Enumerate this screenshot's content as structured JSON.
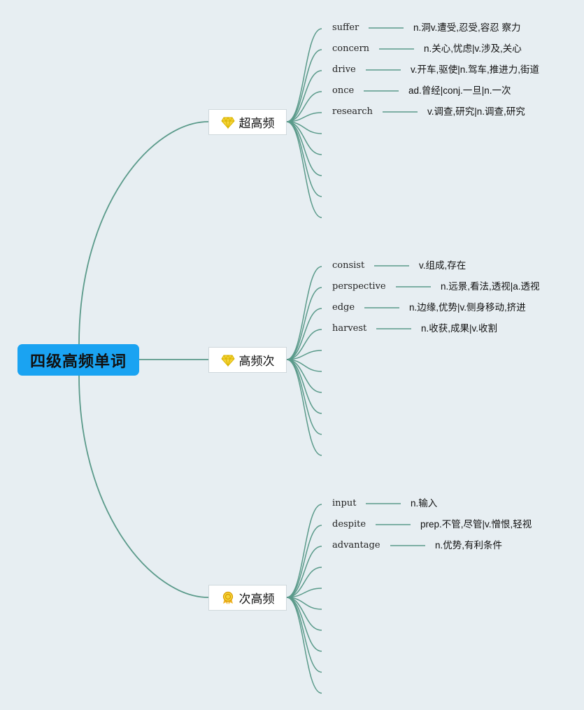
{
  "colors": {
    "background": "#e7eef2",
    "root_fill": "#1aa3f2",
    "connector": "#5a9a8a",
    "diamond_icon": "#f5d43a",
    "medal_icon": "#f0b429"
  },
  "root": {
    "title": "四级高频单词"
  },
  "branches": [
    {
      "label": "超高频",
      "icon": "diamond-icon",
      "words": [
        {
          "word": "suffer",
          "meaning": "n.洞v.遭受,忍受,容忍 察力"
        },
        {
          "word": "concern",
          "meaning": "n.关心,忧虑|v.涉及,关心"
        },
        {
          "word": "drive",
          "meaning": "v.开车,驱使|n.驾车,推进力,街道"
        },
        {
          "word": "once",
          "meaning": "ad.曾经|conj.一旦|n.一次"
        },
        {
          "word": "research",
          "meaning": "v.调查,研究|n.调查,研究"
        }
      ],
      "empty_slots": 5
    },
    {
      "label": "高频次",
      "icon": "diamond-icon",
      "words": [
        {
          "word": "consist",
          "meaning": "v.组成,存在"
        },
        {
          "word": "perspective",
          "meaning": "n.远景,看法,透视|a.透视"
        },
        {
          "word": "edge",
          "meaning": "n.边缘,优势|v.侧身移动,挤进"
        },
        {
          "word": "harvest",
          "meaning": "n.收获,成果|v.收割"
        }
      ],
      "empty_slots": 6
    },
    {
      "label": "次高频",
      "icon": "medal-icon",
      "words": [
        {
          "word": "input",
          "meaning": "n.输入"
        },
        {
          "word": "despite",
          "meaning": "prep.不管,尽管|v.憎恨,轻视"
        },
        {
          "word": "advantage",
          "meaning": "n.优势,有利条件"
        }
      ],
      "empty_slots": 7
    }
  ]
}
